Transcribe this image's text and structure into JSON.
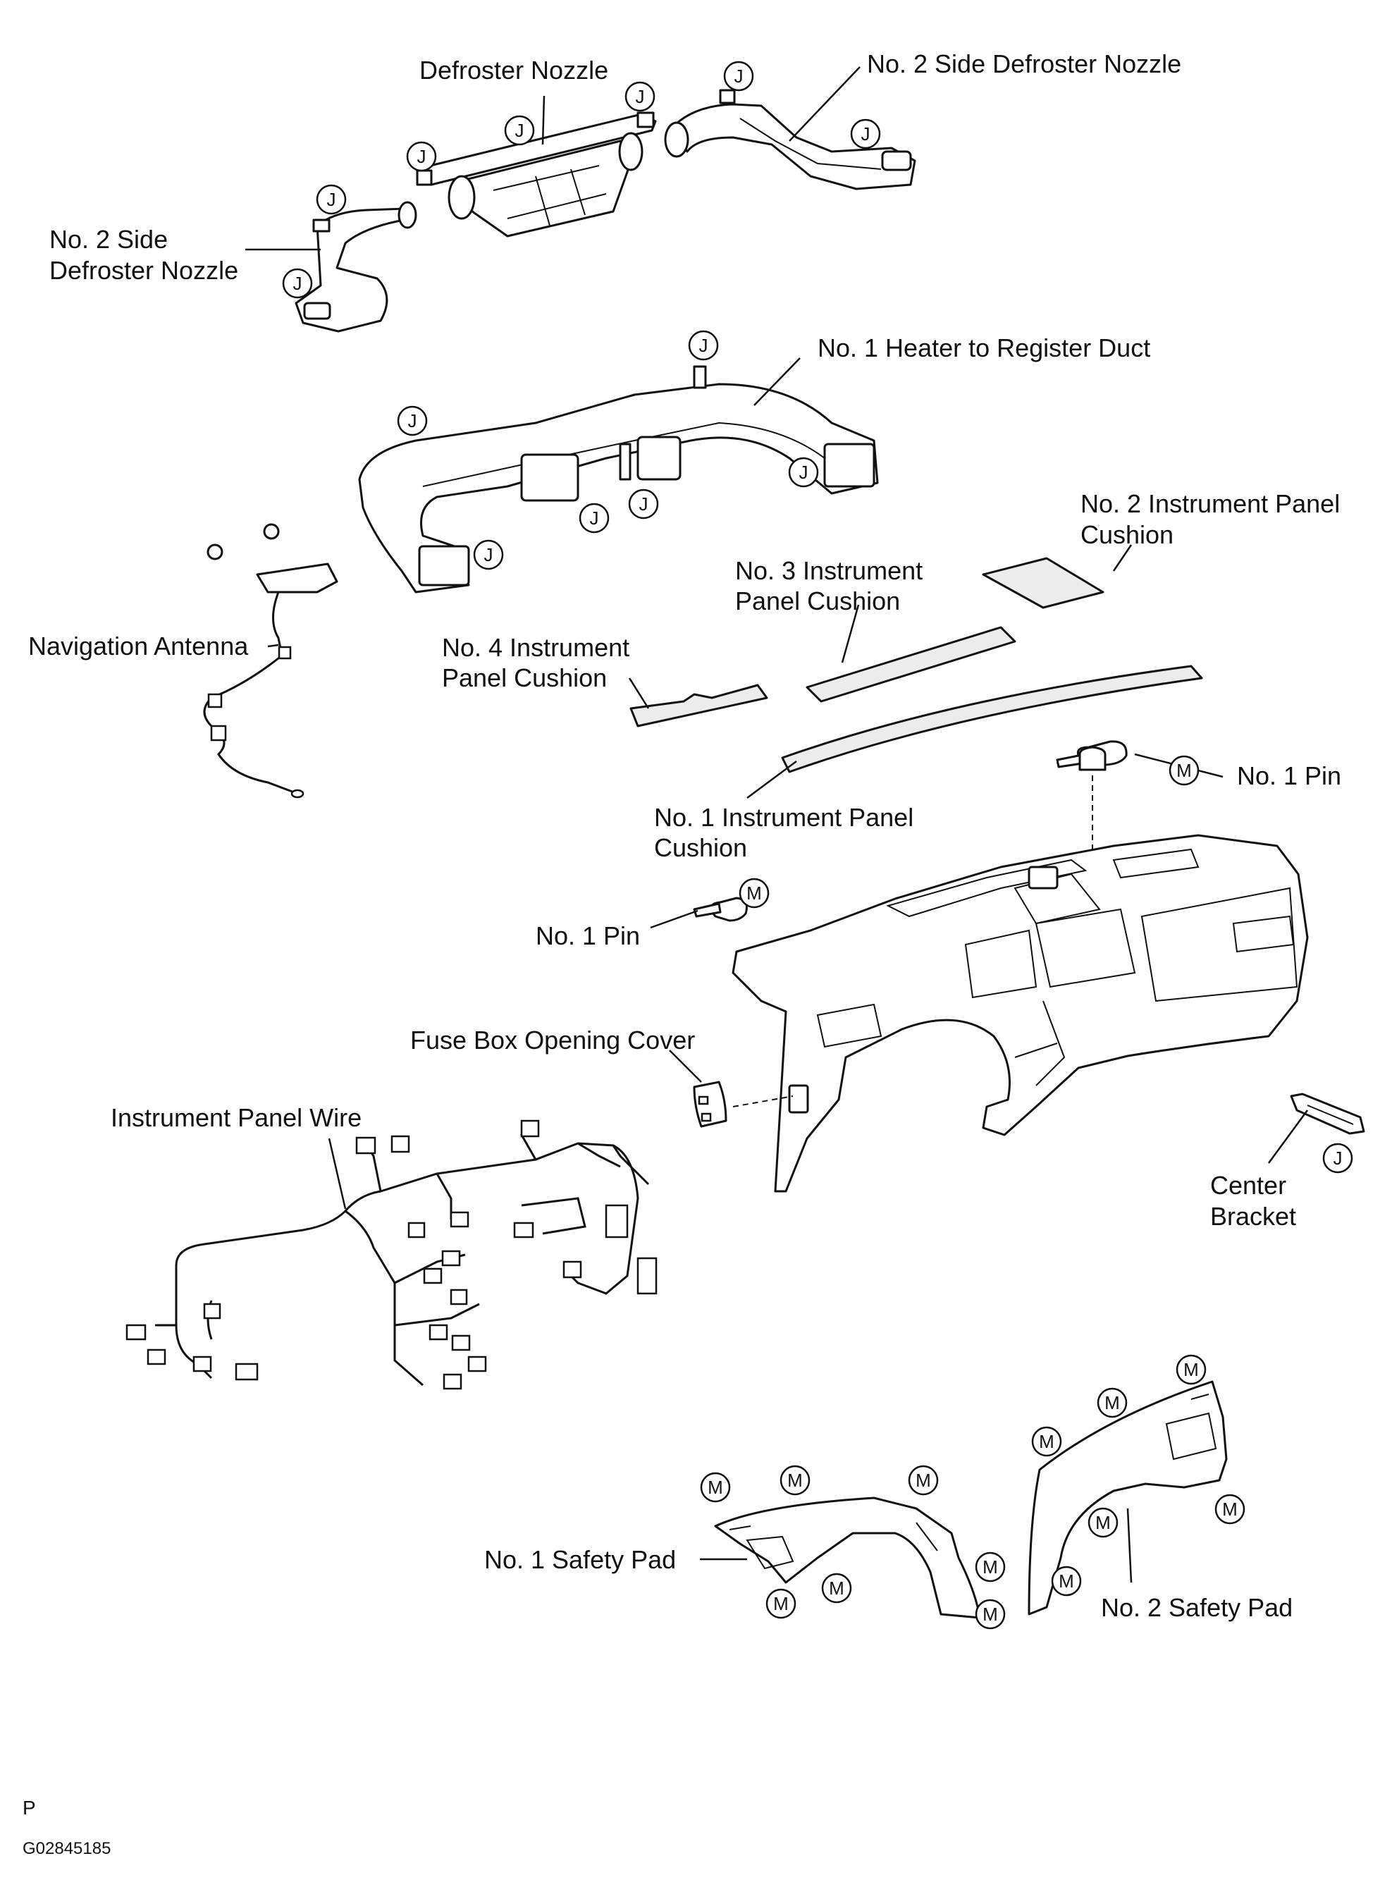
{
  "labels": {
    "defroster_nozzle": "Defroster Nozzle",
    "no2_side_defroster_right": "No. 2 Side Defroster Nozzle",
    "no2_side_defroster_left_line1": "No. 2 Side",
    "no2_side_defroster_left_line2": "Defroster Nozzle",
    "no1_heater_duct": "No. 1 Heater to Register Duct",
    "no2_cushion_line1": "No. 2 Instrument Panel",
    "no2_cushion_line2": "Cushion",
    "no3_cushion_line1": "No. 3 Instrument",
    "no3_cushion_line2": "Panel Cushion",
    "no4_cushion_line1": "No. 4 Instrument",
    "no4_cushion_line2": "Panel Cushion",
    "navigation_antenna": "Navigation Antenna",
    "no1_cushion_line1": "No. 1 Instrument Panel",
    "no1_cushion_line2": "Cushion",
    "no1_pin_right": "No. 1 Pin",
    "no1_pin_left": "No. 1 Pin",
    "fuse_box_cover": "Fuse Box Opening Cover",
    "instrument_panel_wire": "Instrument Panel Wire",
    "center_bracket_line1": "Center",
    "center_bracket_line2": "Bracket",
    "no1_safety_pad": "No. 1 Safety Pad",
    "no2_safety_pad": "No. 2 Safety Pad"
  },
  "markers": {
    "clip_j": "J",
    "clip_m": "M"
  },
  "footer": {
    "letter": "P",
    "code": "G02845185"
  }
}
